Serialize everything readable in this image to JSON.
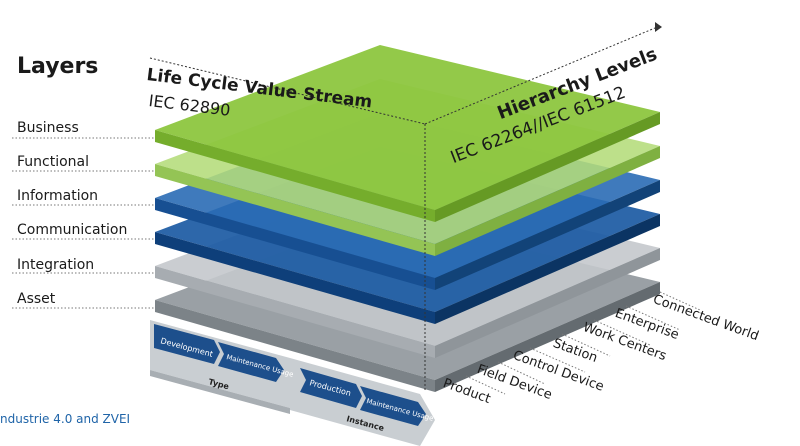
{
  "diagram": {
    "layers_title": "Layers",
    "layers": [
      "Business",
      "Functional",
      "Information",
      "Communication",
      "Integration",
      "Asset"
    ],
    "life_cycle": {
      "title": "Life Cycle Value Stream",
      "standard": "IEC 62890"
    },
    "hierarchy": {
      "title": "Hierarchy Levels",
      "standard": "IEC 62264//IEC 61512",
      "levels": [
        "Connected World",
        "Enterprise",
        "Work Centers",
        "Station",
        "Control Device",
        "Field Device",
        "Product"
      ]
    },
    "life_cycle_boxes": {
      "type": {
        "label": "Type",
        "phases": [
          "Development",
          "Maintenance Usage"
        ]
      },
      "instance": {
        "label": "Instance",
        "phases": [
          "Production",
          "Maintenance Usage"
        ]
      }
    },
    "footer": "ndustrie 4.0 and ZVEI",
    "colors": {
      "green": "#8dc63f",
      "green_light": "#b4dc7a",
      "blue": "#1b5aa3",
      "blue_dark": "#0e3f7a",
      "gray": "#b4b9be",
      "gray_dark": "#7c8388",
      "chevron": "#1d4f8c"
    }
  }
}
